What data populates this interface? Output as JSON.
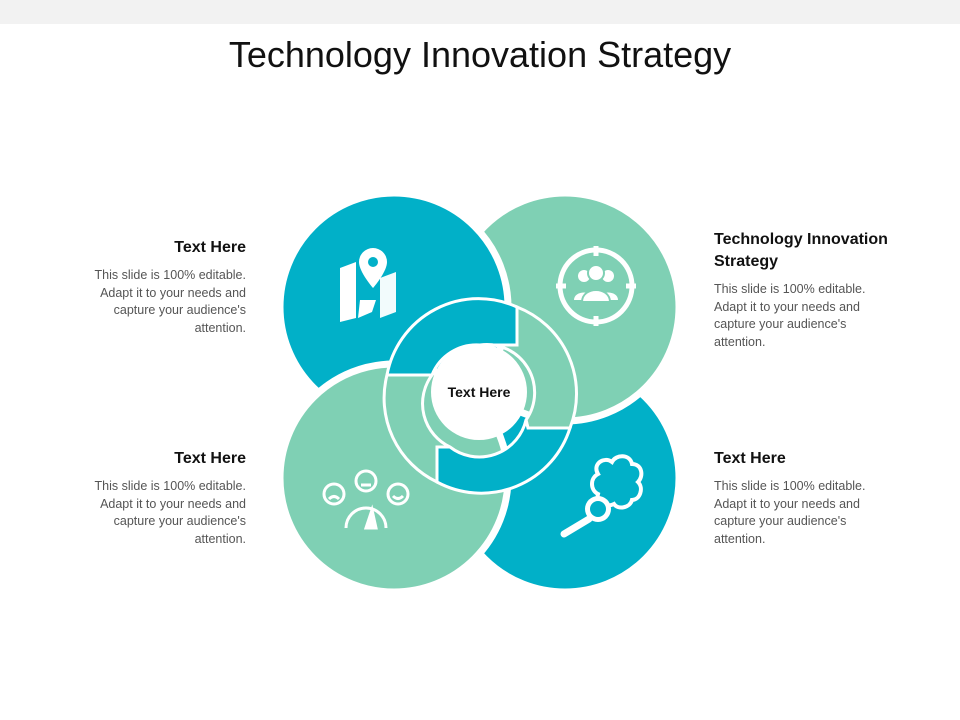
{
  "title": "Technology Innovation Strategy",
  "center_label": "Text Here",
  "colors": {
    "teal_dark": "#01b0c8",
    "teal_light": "#7fd0b4",
    "white": "#ffffff"
  },
  "blocks": {
    "top_left": {
      "heading": "Text Here",
      "body": "This slide is 100% editable. Adapt it to your needs and capture your audience's attention.",
      "icon": "map-pin-icon"
    },
    "top_right": {
      "heading": "Technology Innovation Strategy",
      "body": "This slide is 100% editable. Adapt it to your needs and capture your audience's attention.",
      "icon": "target-audience-icon"
    },
    "bottom_left": {
      "heading": "Text Here",
      "body": "This slide is 100% editable. Adapt it to your needs and capture your audience's attention.",
      "icon": "satisfaction-meter-icon"
    },
    "bottom_right": {
      "heading": "Text Here",
      "body": "This slide is 100% editable. Adapt it to your needs and capture your audience's attention.",
      "icon": "brain-search-icon"
    }
  }
}
